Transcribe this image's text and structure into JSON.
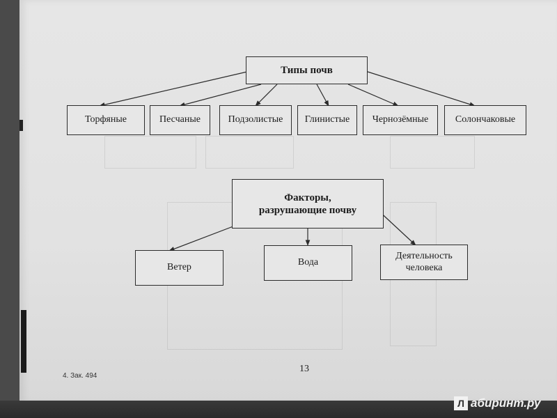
{
  "diagram": {
    "soil_types": {
      "title": "Типы почв",
      "items": [
        "Торфяные",
        "Песчаные",
        "Подзолистые",
        "Глинистые",
        "Чернозёмные",
        "Солончаковые"
      ]
    },
    "factors": {
      "title_line1": "Факторы,",
      "title_line2": "разрушающие почву",
      "items": [
        "Ветер",
        "Вода",
        "Деятельность человека"
      ]
    }
  },
  "footer": {
    "page_number": "13",
    "print_code": "4. Зак. 494"
  },
  "watermark": {
    "logo": "Л",
    "text": "абиринт.ру"
  }
}
